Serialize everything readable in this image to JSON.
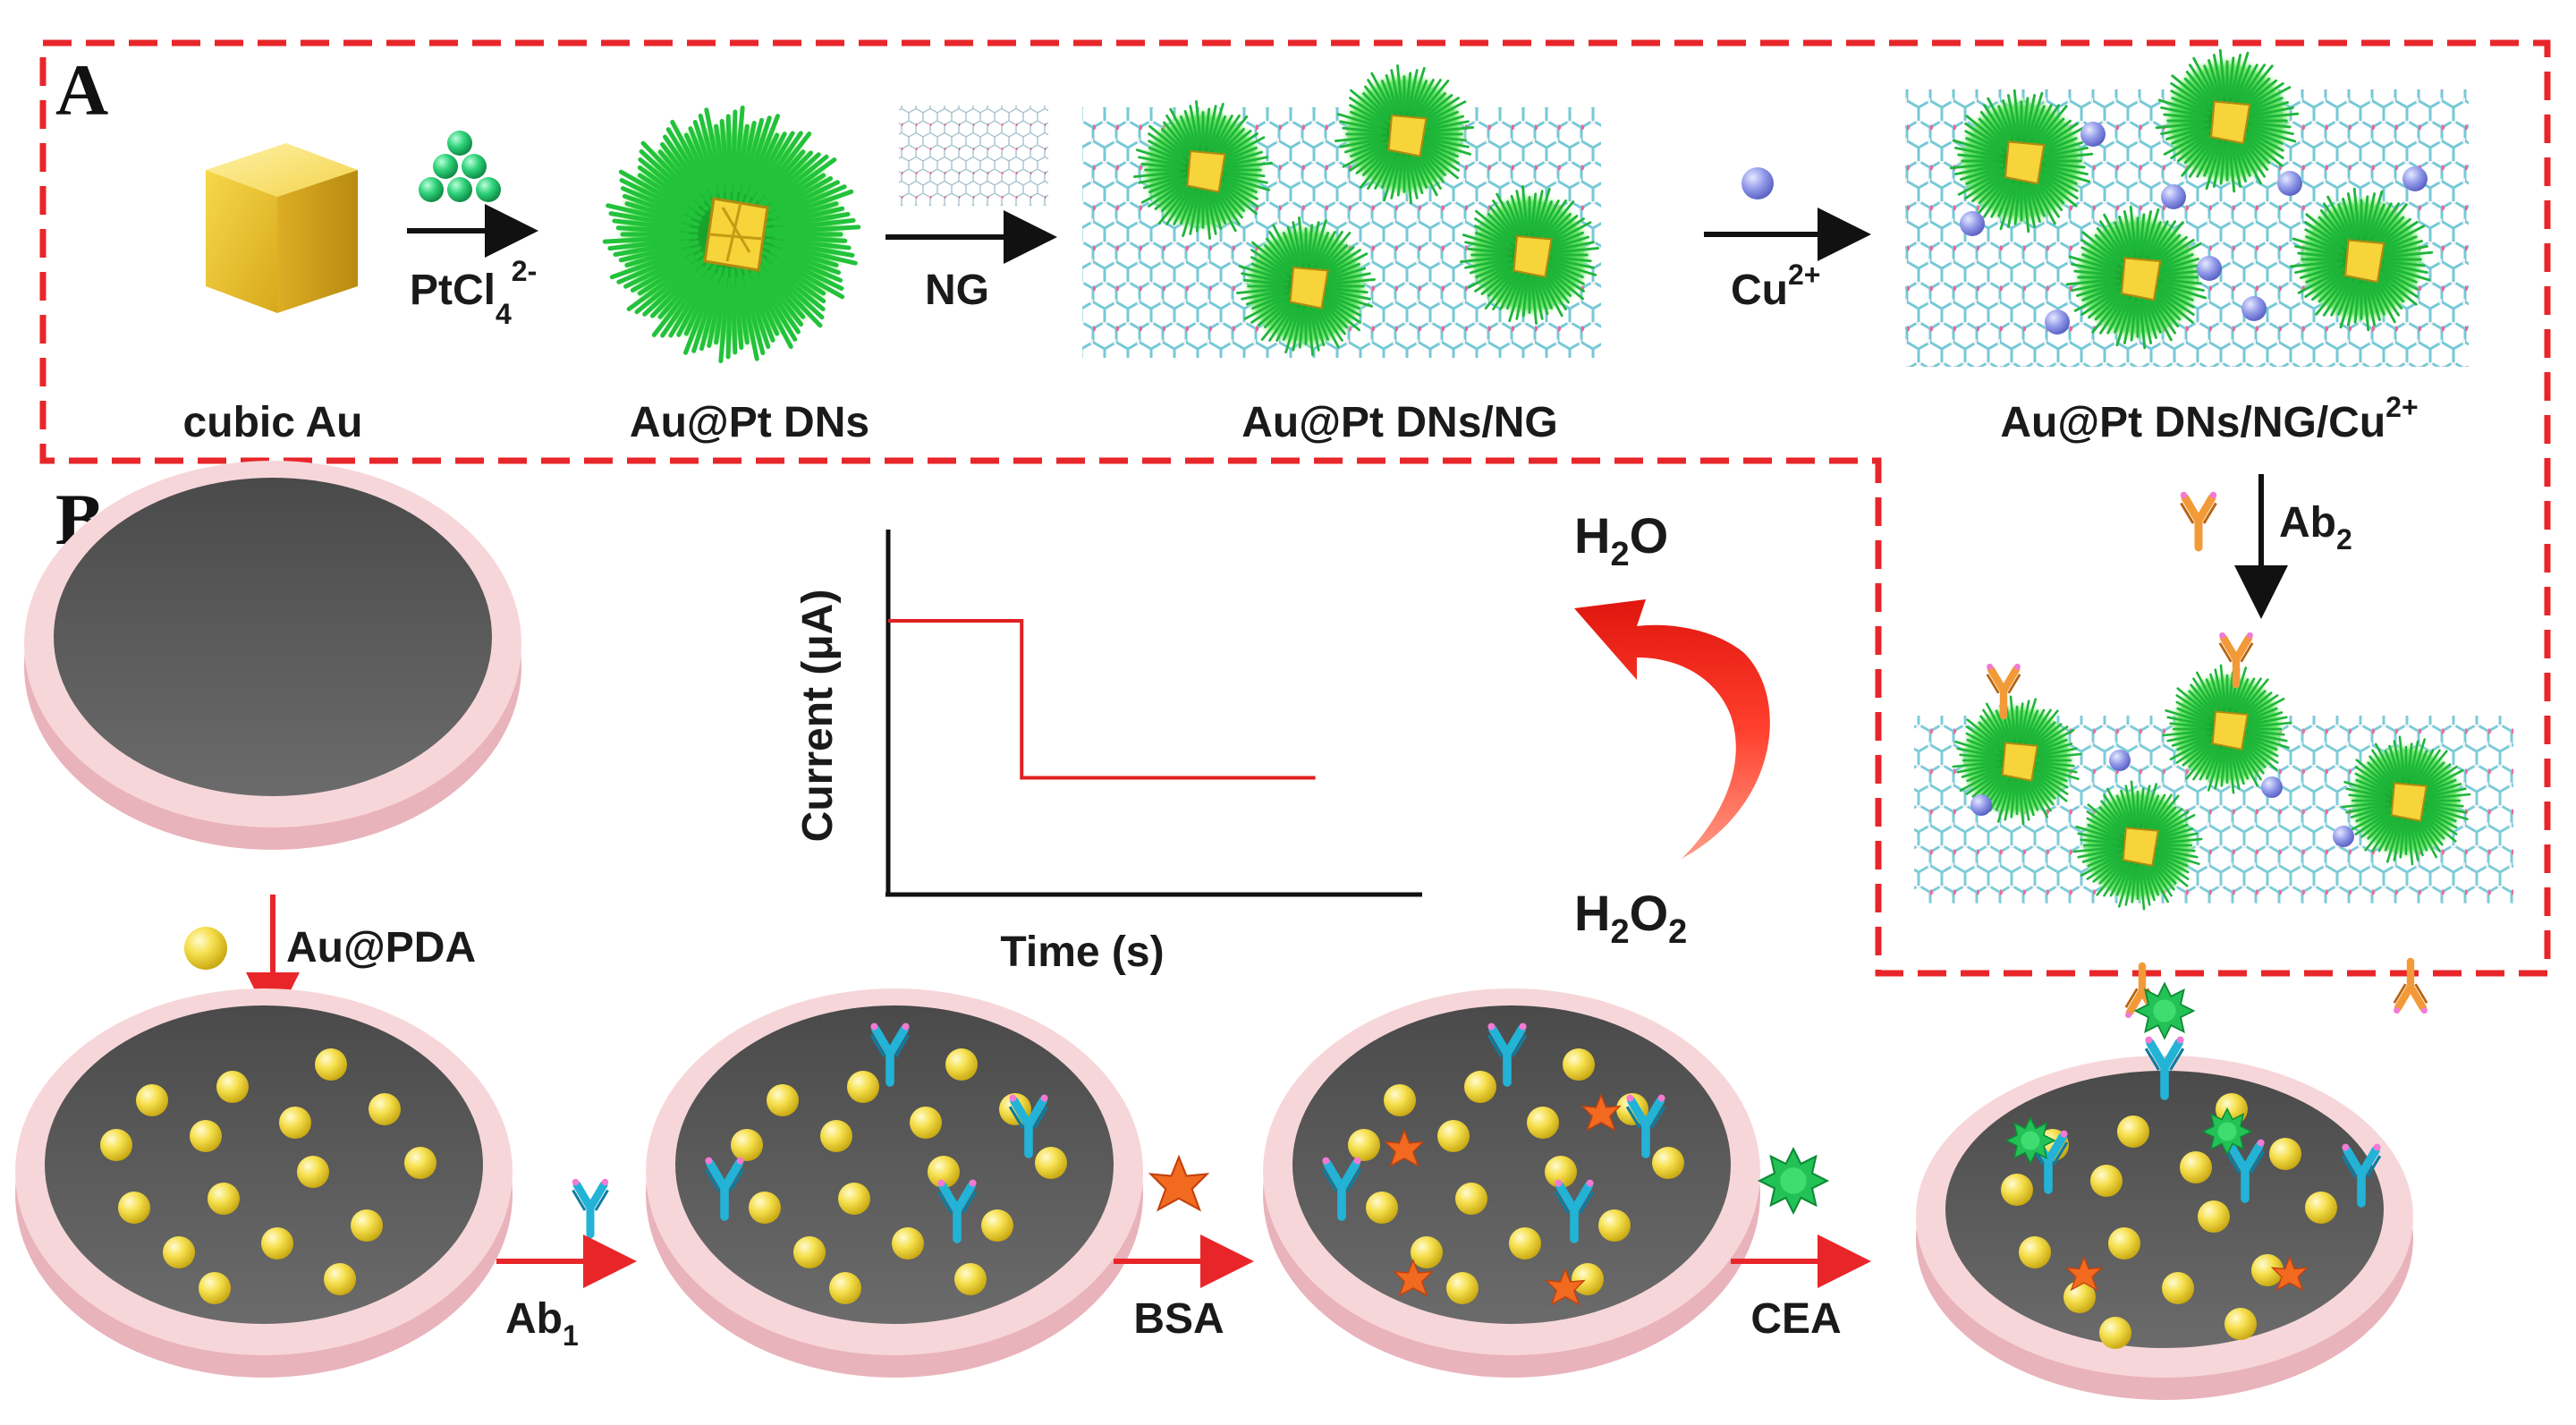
{
  "panels": {
    "a": "A",
    "b": "B"
  },
  "panel_a": {
    "cubic_au": "cubic Au",
    "pt_reagent": "PtCl",
    "pt_sub": "4",
    "pt_sup": "2-",
    "au_pt_dns": "Au@Pt DNs",
    "ng_arrow": "NG",
    "au_pt_dns_ng": "Au@Pt DNs/NG",
    "cu_arrow_base": "Cu",
    "cu_arrow_sup": "2+",
    "final_label": "Au@Pt DNs/NG/Cu",
    "final_sup": "2+"
  },
  "ab2": {
    "base": "Ab",
    "sub": "2"
  },
  "panel_b": {
    "au_pda": "Au@PDA",
    "ab1_base": "Ab",
    "ab1_sub": "1",
    "bsa": "BSA",
    "cea": "CEA"
  },
  "reaction": {
    "h2o": {
      "a": "H",
      "sub": "2",
      "b": "O"
    },
    "h2o2": {
      "a": "H",
      "sub1": "2",
      "b": "O",
      "sub2": "2"
    }
  },
  "chart_data": {
    "type": "line",
    "xlabel": "Time (s)",
    "ylabel": "Current (μA)",
    "x_ticks": [],
    "y_ticks": [],
    "series": [
      {
        "color": "#e02020",
        "points": [
          [
            0,
            0.75
          ],
          [
            0.25,
            0.75
          ],
          [
            0.25,
            0.32
          ],
          [
            0.8,
            0.32
          ]
        ]
      }
    ],
    "xlim": [
      0,
      1
    ],
    "ylim": [
      0,
      1
    ]
  },
  "colors": {
    "dashed_frame": "#e8262a",
    "red_arrow": "#e8262a",
    "black_arrow": "#111111",
    "gold": "#f2d23c",
    "urchin_green": "#22c23a",
    "antibody_cyan": "#22b3d6",
    "antibody_orange": "#f29a38",
    "electrode_pink": "#f3c9cf",
    "electrode_gray": "#5a5a5a",
    "cu_ion": "#8f97e8",
    "pt_ball": "#2ed17a"
  }
}
